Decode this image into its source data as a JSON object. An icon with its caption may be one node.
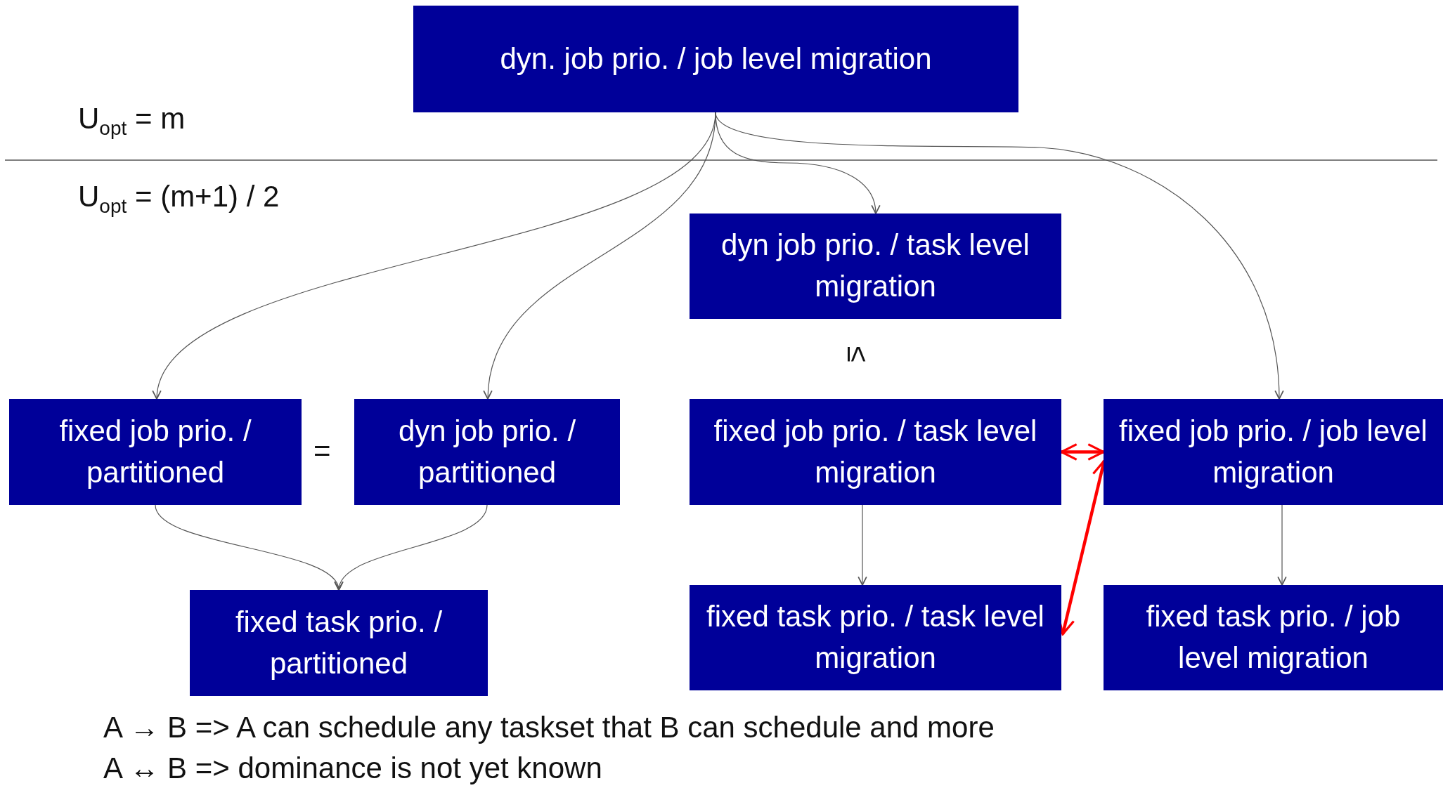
{
  "diagram": {
    "nodes": [
      {
        "text": [
          "dyn. job prio. / job level migration"
        ]
      },
      {
        "text": [
          "dyn job prio. / task level migration"
        ]
      },
      {
        "text": [
          "fixed job prio. / partitioned"
        ]
      },
      {
        "text": [
          "dyn job prio. / partitioned"
        ]
      },
      {
        "text": [
          "fixed job prio. / task level migration"
        ]
      },
      {
        "text": [
          "fixed job prio. / job level migration"
        ]
      },
      {
        "text": [
          "fixed task prio. / partitioned"
        ]
      },
      {
        "text": [
          "fixed task prio. / task level migration"
        ]
      },
      {
        "text": [
          "fixed task prio. / job level migration"
        ]
      }
    ],
    "edges": [
      {
        "from": 0,
        "to": 2,
        "arrow": "to"
      },
      {
        "from": 0,
        "to": 3,
        "arrow": "to"
      },
      {
        "from": 0,
        "to": 1,
        "arrow": "to"
      },
      {
        "from": 0,
        "to": 5,
        "arrow": "to"
      },
      {
        "from": 2,
        "to": 6,
        "arrow": "to"
      },
      {
        "from": 3,
        "to": 6,
        "arrow": "to"
      },
      {
        "from": 4,
        "to": 7,
        "arrow": "to"
      },
      {
        "from": 5,
        "to": 8,
        "arrow": "to"
      },
      {
        "from": 4,
        "to": 5,
        "arrow": "both",
        "style": "thick",
        "color": "#ff0000"
      },
      {
        "from": 5,
        "to": 7,
        "arrow": "both",
        "style": "thick",
        "color": "#ff0000"
      }
    ],
    "labels": [
      "U$_{opt}$ = m",
      "U$_{opt}$ = (m+1) / 2",
      "≤",
      "=",
      "A → B => A can schedule any taskset that B can schedule and more",
      "A ↔ B => dominance is not yet known"
    ]
  }
}
